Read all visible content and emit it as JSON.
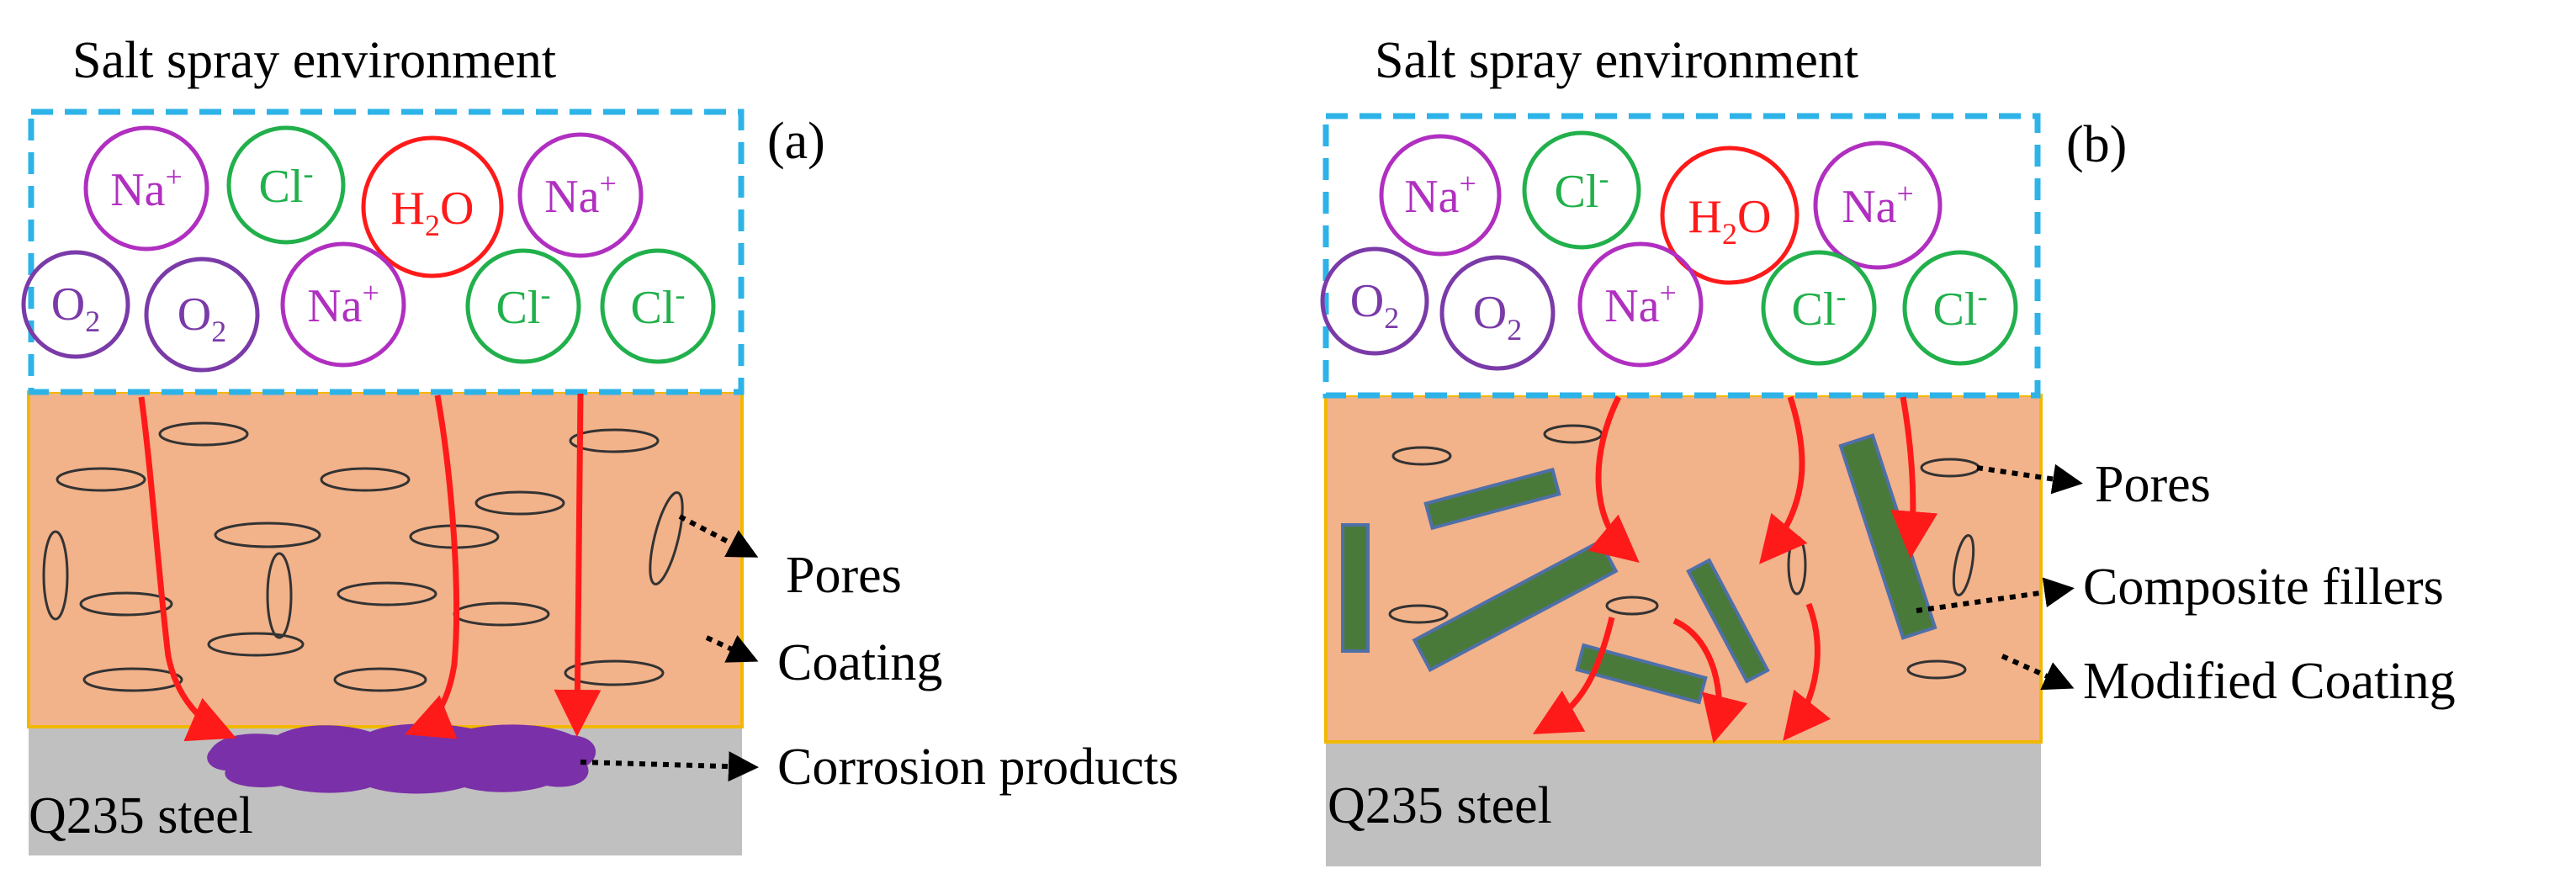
{
  "colors": {
    "dashed_border": "#2db3e8",
    "coating": "#f2b28a",
    "coating_edge": "#f2b800",
    "steel": "#c0c0c0",
    "arrow_red": "#ff1a1a",
    "na_purple": "#b02fc0",
    "o2_purple": "#7a3aa8",
    "cl_green": "#21b04b",
    "h2o_red": "#ff1a1a",
    "filler_green": "#4a7a3a",
    "filler_edge": "#4f6fa8",
    "corrosion": "#7a30a8",
    "text": "#000000"
  },
  "panels": [
    {
      "panel_label": "(a)",
      "environment_label": "Salt spray environment",
      "steel_label": "Q235 steel",
      "ions": [
        {
          "base": "Na",
          "sup": "+",
          "kind": "na"
        },
        {
          "base": "Cl",
          "sup": "-",
          "kind": "cl"
        },
        {
          "base": "H",
          "sub": "2",
          "after": "O",
          "kind": "h2o"
        },
        {
          "base": "Na",
          "sup": "+",
          "kind": "na"
        },
        {
          "base": "O",
          "sub": "2",
          "kind": "o2"
        },
        {
          "base": "O",
          "sub": "2",
          "kind": "o2"
        },
        {
          "base": "Na",
          "sup": "+",
          "kind": "na"
        },
        {
          "base": "Cl",
          "sup": "-",
          "kind": "cl"
        },
        {
          "base": "Cl",
          "sup": "-",
          "kind": "cl"
        }
      ],
      "callouts": [
        "Pores",
        "Coating",
        "Corrosion products"
      ]
    },
    {
      "panel_label": "(b)",
      "environment_label": "Salt spray environment",
      "steel_label": "Q235 steel",
      "ions": [
        {
          "base": "Na",
          "sup": "+",
          "kind": "na"
        },
        {
          "base": "Cl",
          "sup": "-",
          "kind": "cl"
        },
        {
          "base": "H",
          "sub": "2",
          "after": "O",
          "kind": "h2o"
        },
        {
          "base": "Na",
          "sup": "+",
          "kind": "na"
        },
        {
          "base": "O",
          "sub": "2",
          "kind": "o2"
        },
        {
          "base": "O",
          "sub": "2",
          "kind": "o2"
        },
        {
          "base": "Na",
          "sup": "+",
          "kind": "na"
        },
        {
          "base": "Cl",
          "sup": "-",
          "kind": "cl"
        },
        {
          "base": "Cl",
          "sup": "-",
          "kind": "cl"
        }
      ],
      "callouts": [
        "Pores",
        "Composite fillers",
        "Modified Coating"
      ]
    }
  ]
}
